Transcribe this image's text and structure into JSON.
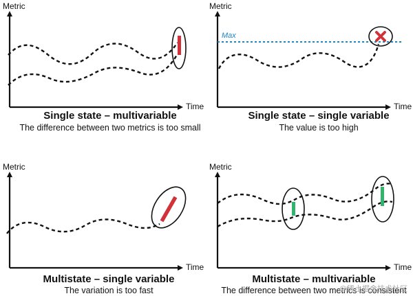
{
  "colors": {
    "ink": "#111111",
    "anomaly_red": "#d03238",
    "ok_green": "#33b36b",
    "threshold_blue": "#1f86c4"
  },
  "panels": [
    {
      "id": "top-left",
      "y_axis_label": "Metric",
      "x_axis_label": "Time",
      "title": "Single state – multivariable",
      "subtitle": "The difference between two metrics is too small",
      "marker": "red-bar"
    },
    {
      "id": "top-right",
      "y_axis_label": "Metric",
      "x_axis_label": "Time",
      "threshold_label": "Max",
      "title": "Single state – single variable",
      "subtitle": "The value is too high",
      "marker": "cross-icon"
    },
    {
      "id": "bottom-left",
      "y_axis_label": "Metric",
      "x_axis_label": "Time",
      "title": "Multistate – single variable",
      "subtitle": "The variation is too fast",
      "marker": "red-bar"
    },
    {
      "id": "bottom-right",
      "y_axis_label": "Metric",
      "x_axis_label": "Time",
      "title": "Multistate – multivariable",
      "subtitle": "The difference between two metrics is consistent",
      "marker": "green-bar"
    }
  ],
  "watermark": "@稀土掘金技术社区"
}
